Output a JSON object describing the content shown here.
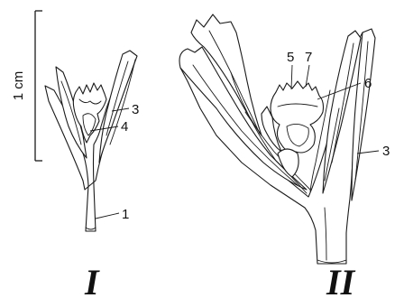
{
  "scale_bar": {
    "label": "1 cm"
  },
  "figure_I": {
    "numeral": "I",
    "labels": {
      "one": "1",
      "three": "3",
      "four": "4"
    }
  },
  "figure_II": {
    "numeral": "II",
    "labels": {
      "three": "3",
      "five": "5",
      "six": "6",
      "seven": "7"
    }
  }
}
